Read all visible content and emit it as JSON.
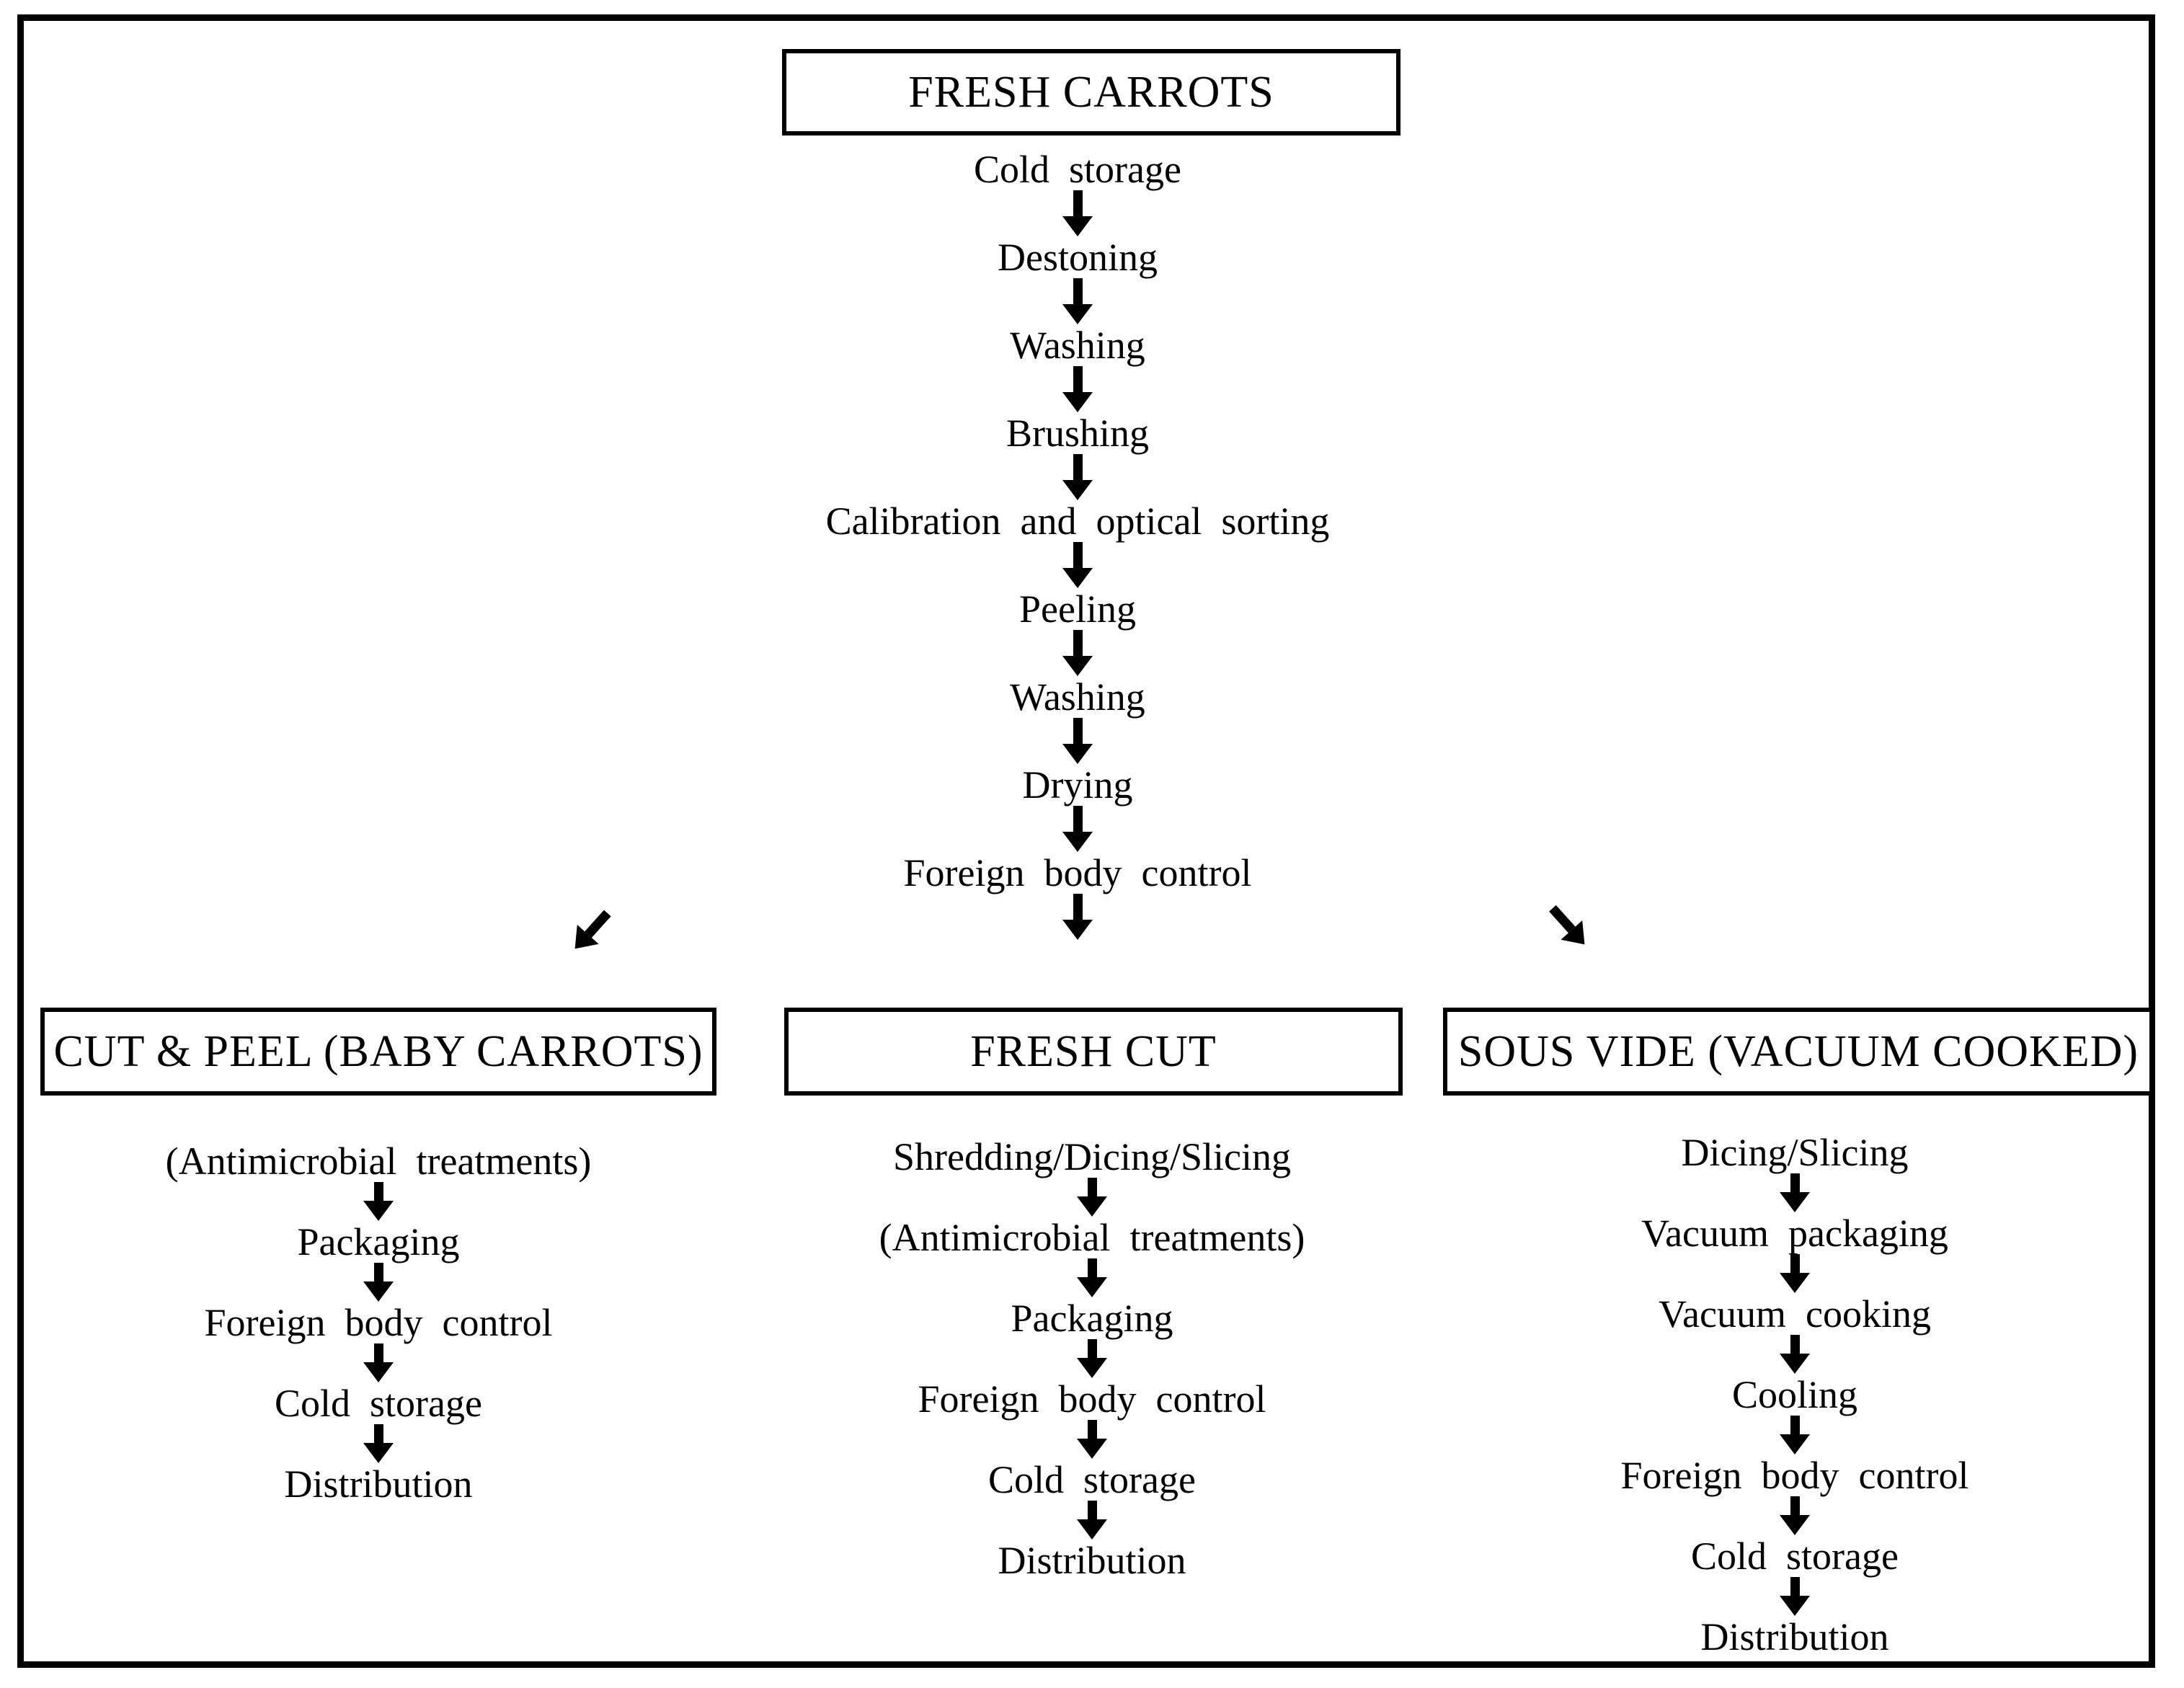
{
  "colors": {
    "ink": "#000000",
    "paper": "#ffffff"
  },
  "icons": {
    "flow_arrow": "down-arrow",
    "branch_left_arrow": "down-left-arrow",
    "branch_right_arrow": "down-right-arrow"
  },
  "root": {
    "label": "FRESH CARROTS"
  },
  "main_chain": [
    "Cold storage",
    "Destoning",
    "Washing",
    "Brushing",
    "Calibration and optical sorting",
    "Peeling",
    "Washing",
    "Drying",
    "Foreign body control"
  ],
  "branches": {
    "left": {
      "header": "CUT & PEEL (BABY CARROTS)",
      "steps": [
        "(Antimicrobial treatments)",
        "Packaging",
        "Foreign body control",
        "Cold storage",
        "Distribution"
      ]
    },
    "center": {
      "header": "FRESH CUT",
      "steps": [
        "Shredding/Dicing/Slicing",
        "(Antimicrobial treatments)",
        "Packaging",
        "Foreign body control",
        "Cold storage",
        "Distribution"
      ]
    },
    "right": {
      "header": "SOUS VIDE (VACUUM COOKED)",
      "steps": [
        "Dicing/Slicing",
        "Vacuum packaging",
        "Vacuum cooking",
        "Cooling",
        "Foreign body control",
        "Cold storage",
        "Distribution"
      ]
    }
  }
}
